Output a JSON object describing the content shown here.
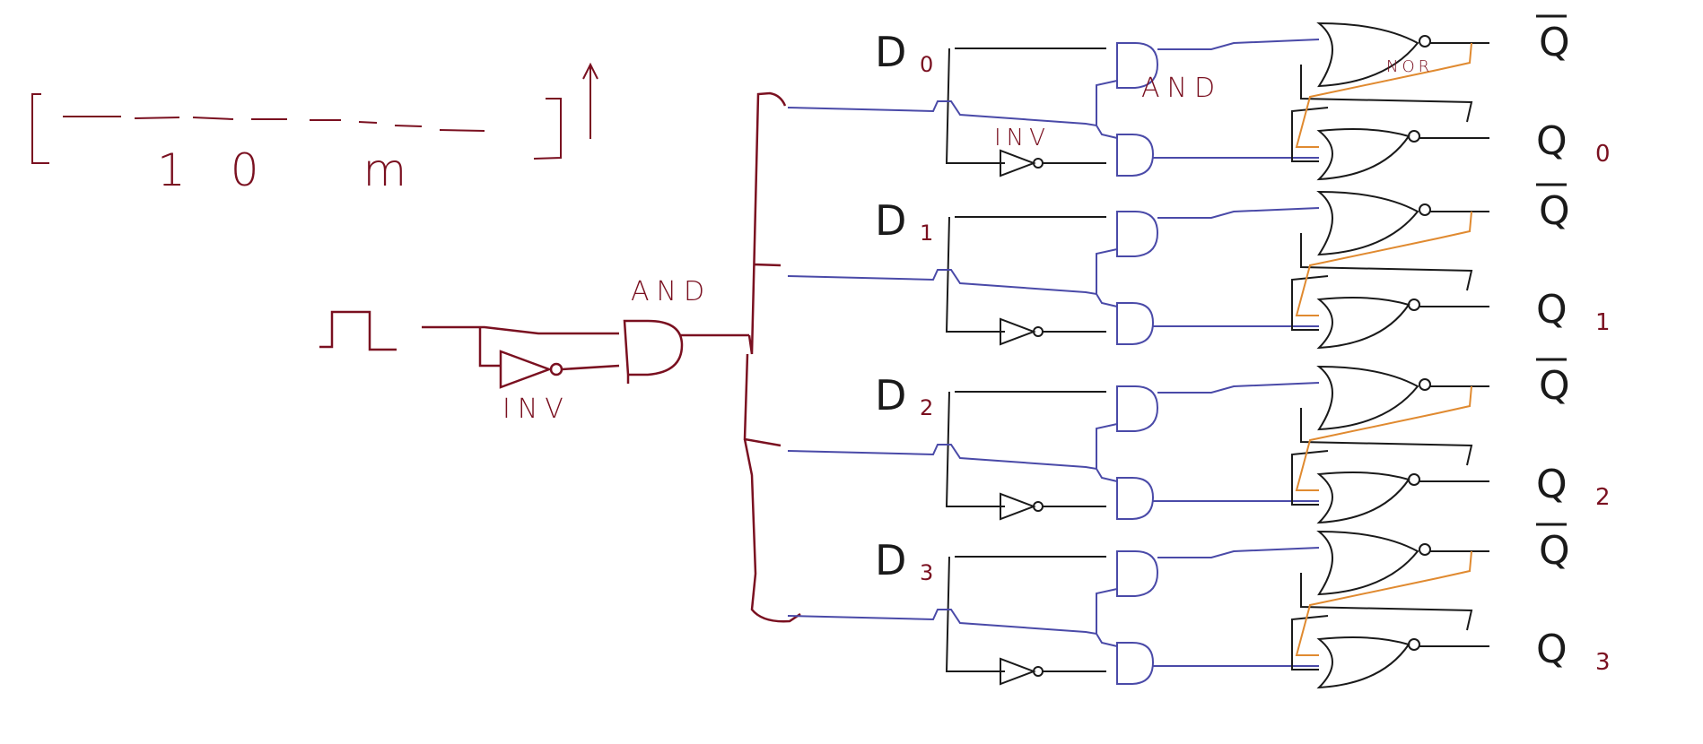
{
  "colors": {
    "black": "#1a1a1a",
    "maroon": "#7a1020",
    "blue": "#4a4aa8",
    "orange": "#e08a30"
  },
  "scale": {
    "label": "10 m"
  },
  "clock": {
    "inv_label": "INV",
    "and_label": "AND"
  },
  "gate_labels": {
    "and": "AND",
    "inv": "INV",
    "nor": "NOR"
  },
  "stages": [
    {
      "d_letter": "D",
      "d_sub": "0",
      "qbar": "Q",
      "q": "Q",
      "q_sub": "0"
    },
    {
      "d_letter": "D",
      "d_sub": "1",
      "qbar": "Q",
      "q": "Q",
      "q_sub": "1"
    },
    {
      "d_letter": "D",
      "d_sub": "2",
      "qbar": "Q",
      "q": "Q",
      "q_sub": "2"
    },
    {
      "d_letter": "D",
      "d_sub": "3",
      "qbar": "Q",
      "q": "Q",
      "q_sub": "3"
    }
  ]
}
